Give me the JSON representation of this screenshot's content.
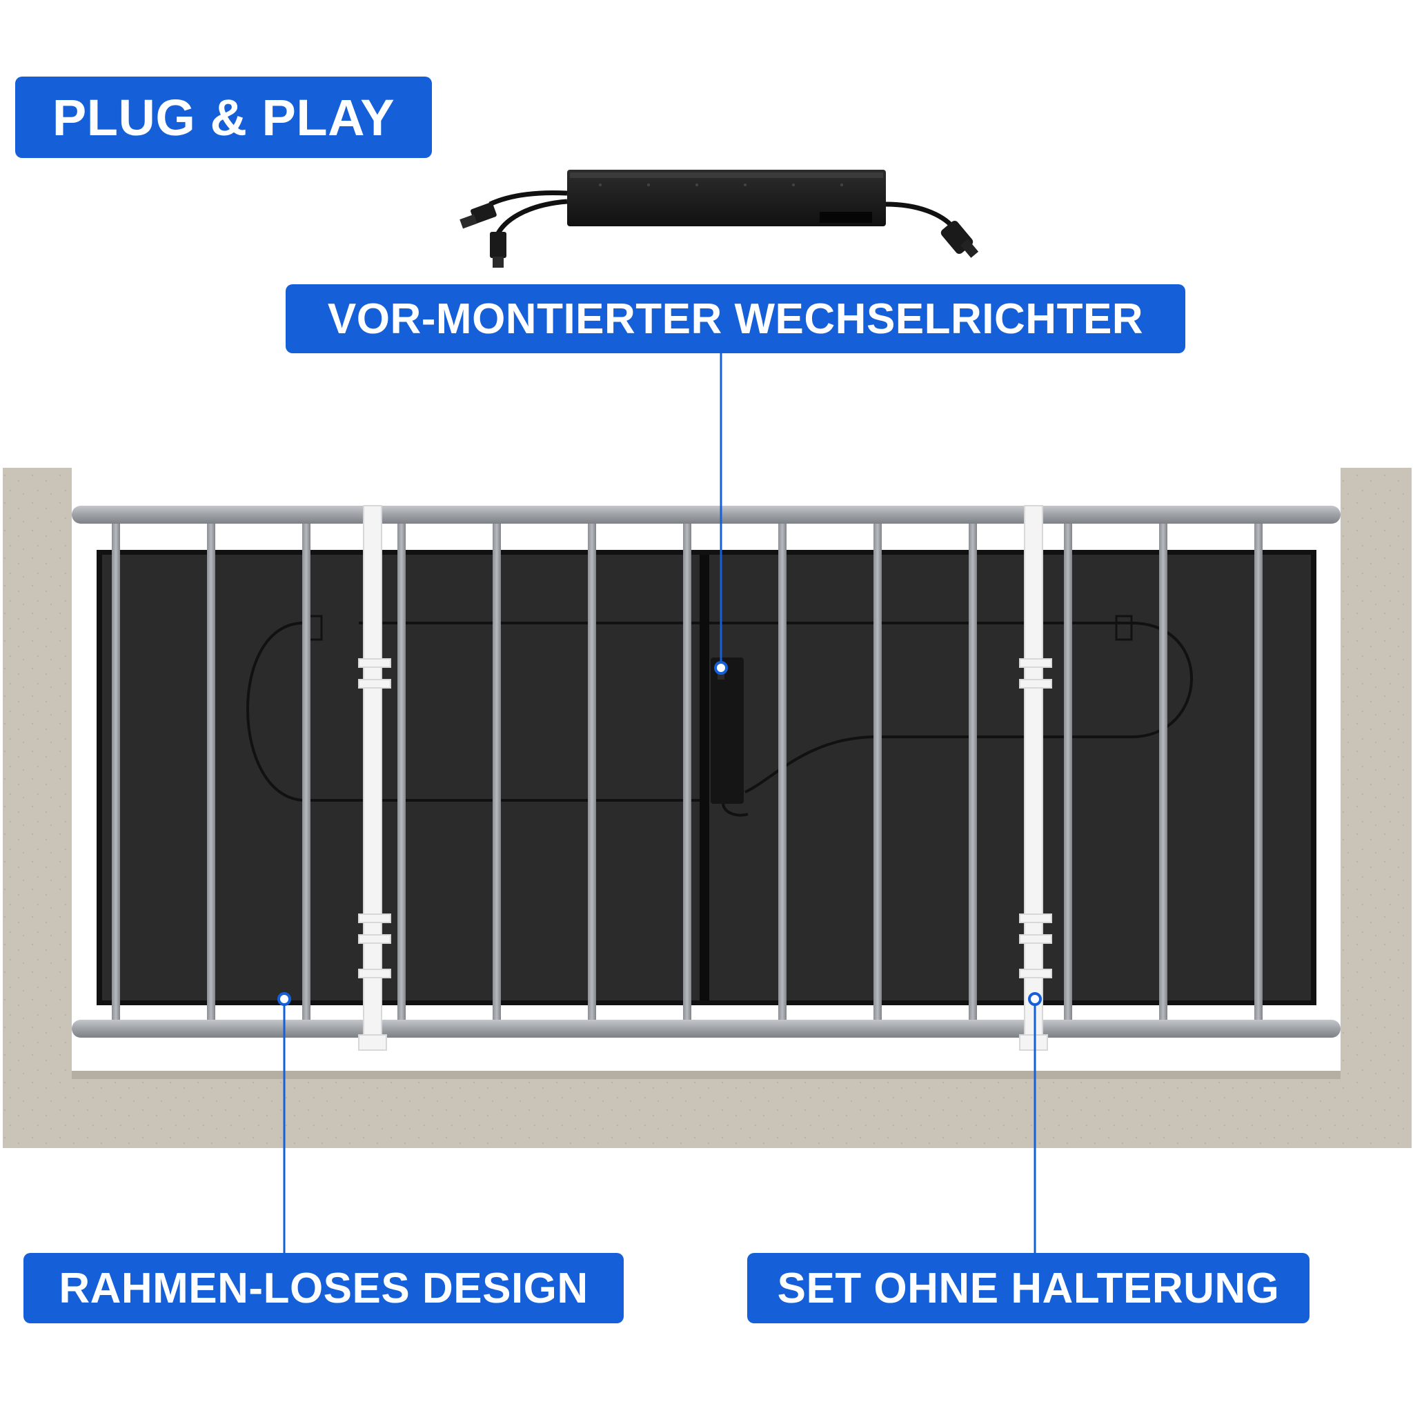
{
  "labels": {
    "plug_play": "PLUG & PLAY",
    "inverter": "VOR-MONTIERTER WECHSELRICHTER",
    "frameless": "RAHMEN-LOSES DESIGN",
    "no_mount": "SET OHNE HALTERUNG"
  },
  "colors": {
    "badge": "#1560d8",
    "badge_text": "#ffffff",
    "leader_line": "#1560d8",
    "panel": "#2b2b2b",
    "railing": "#9ea2a6",
    "concrete": "#c9c3b8",
    "bracket": "#f4f4f4"
  },
  "icons": {
    "inverter_product": "microinverter-icon",
    "solar_panel": "solar-panel-illustration"
  }
}
